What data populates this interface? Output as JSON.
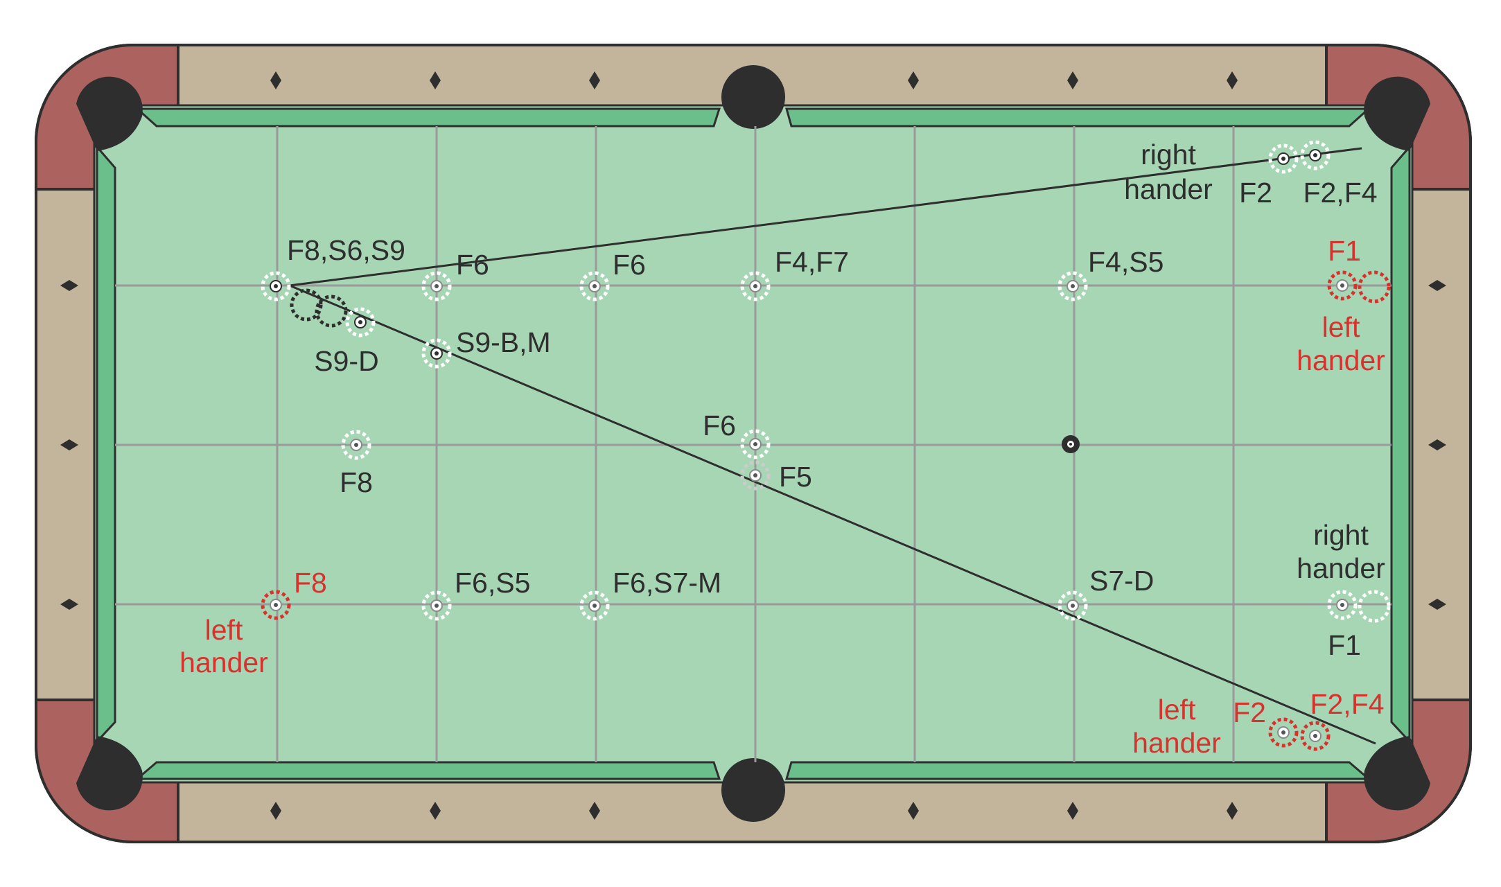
{
  "colors": {
    "rail": "#c3b59b",
    "corner": "#ac625e",
    "cushion": "#6bbf8a",
    "felt": "#a6d6b4",
    "grid": "#9a9a9a",
    "pocket": "#2e2e2e",
    "outline": "#2e2e2e",
    "label_dark": "#2e2e2e",
    "label_red": "#d8322f",
    "ring_white": "#ffffff"
  },
  "labels": [
    {
      "id": "f8s6s9",
      "text": "F8,S6,S9",
      "color": "dark"
    },
    {
      "id": "f6a",
      "text": "F6",
      "color": "dark"
    },
    {
      "id": "f6b",
      "text": "F6",
      "color": "dark"
    },
    {
      "id": "f4f7",
      "text": "F4,F7",
      "color": "dark"
    },
    {
      "id": "f4s5",
      "text": "F4,S5",
      "color": "dark"
    },
    {
      "id": "s9bm",
      "text": "S9-B,M",
      "color": "dark"
    },
    {
      "id": "s9d",
      "text": "S9-D",
      "color": "dark"
    },
    {
      "id": "f6c",
      "text": "F6",
      "color": "dark"
    },
    {
      "id": "f5",
      "text": "F5",
      "color": "dark"
    },
    {
      "id": "f8",
      "text": "F8",
      "color": "dark"
    },
    {
      "id": "f6s5",
      "text": "F6,S5",
      "color": "dark"
    },
    {
      "id": "f6s7m",
      "text": "F6,S7-M",
      "color": "dark"
    },
    {
      "id": "s7d",
      "text": "S7-D",
      "color": "dark"
    },
    {
      "id": "rh1a",
      "text": "right",
      "color": "dark"
    },
    {
      "id": "rh1b",
      "text": "hander",
      "color": "dark"
    },
    {
      "id": "f2top",
      "text": "F2",
      "color": "dark"
    },
    {
      "id": "f2f4top",
      "text": "F2,F4",
      "color": "dark"
    },
    {
      "id": "f1red",
      "text": "F1",
      "color": "red"
    },
    {
      "id": "lh1a",
      "text": "left",
      "color": "red"
    },
    {
      "id": "lh1b",
      "text": "hander",
      "color": "red"
    },
    {
      "id": "rh2a",
      "text": "right",
      "color": "dark"
    },
    {
      "id": "rh2b",
      "text": "hander",
      "color": "dark"
    },
    {
      "id": "f1",
      "text": "F1",
      "color": "dark"
    },
    {
      "id": "f8red",
      "text": "F8",
      "color": "red"
    },
    {
      "id": "lh2a",
      "text": "left",
      "color": "red"
    },
    {
      "id": "lh2b",
      "text": "hander",
      "color": "red"
    },
    {
      "id": "lh3a",
      "text": "left",
      "color": "red"
    },
    {
      "id": "lh3b",
      "text": "hander",
      "color": "red"
    },
    {
      "id": "f2red",
      "text": "F2",
      "color": "red"
    },
    {
      "id": "f2f4red",
      "text": "F2,F4",
      "color": "red"
    }
  ]
}
